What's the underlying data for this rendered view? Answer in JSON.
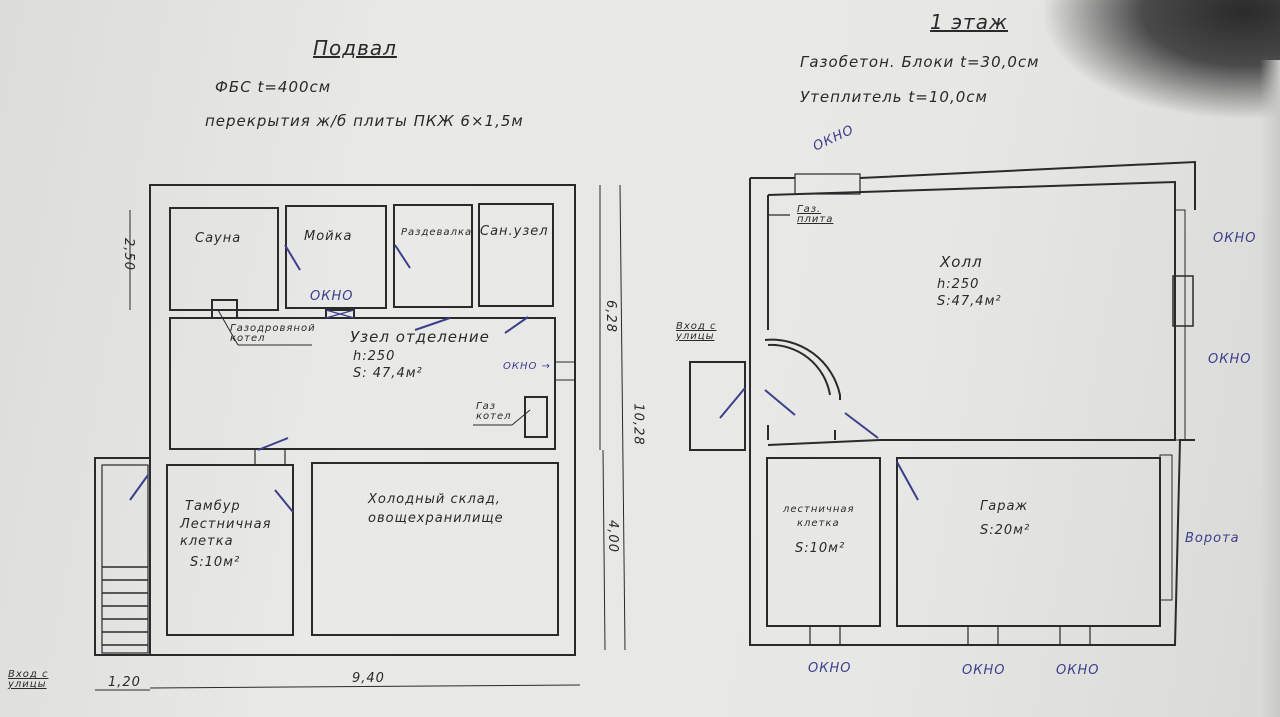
{
  "basement": {
    "title": "Подвал",
    "spec_walls": "ФБС  t=400см",
    "spec_slabs": "перекрытия ж/б плиты ПКЖ 6×1,5м",
    "rooms": {
      "sauna": "Сауна",
      "washroom": "Мойка",
      "changing": "Раздевалка",
      "bathroom": "Сан.узел",
      "node_label": "Узел отделение",
      "node_height": "h:250",
      "node_area": "S: 47,4м²",
      "wood_boiler": "Газодровяной котел",
      "gas_boiler": "Газ котел",
      "vestibule_1": "Тамбур",
      "vestibule_2": "Лестничная",
      "vestibule_3": "клетка",
      "vestibule_area": "S:10м²",
      "storage_1": "Холодный склад,",
      "storage_2": "овощехранилище"
    },
    "windows": [
      "ОКНО",
      "ОКНО →"
    ],
    "entrance": "Вход с улицы",
    "dimensions": {
      "d250": "2,50",
      "d628": "6,28",
      "d1028": "10,28",
      "d400": "4,00",
      "d120": "1,20",
      "d940": "9,40"
    }
  },
  "first_floor": {
    "title": "1 этаж",
    "spec_walls": "Газобетон. Блоки t=30,0см",
    "spec_insulation": "Утеплитель t=10,0см",
    "rooms": {
      "hall": "Холл",
      "hall_height": "h:250",
      "hall_area": "S:47,4м²",
      "gas_stove": "Газ. плита",
      "stair_1": "лестничная",
      "stair_2": "клетка",
      "stair_area": "S:10м²",
      "garage": "Гараж",
      "garage_area": "S:20м²"
    },
    "entrance": "Вход с улицы",
    "windows": [
      "ОКНО",
      "ОКНО",
      "ОКНО",
      "ОКНО",
      "ОКНО",
      "ОКНО"
    ],
    "gate": "Ворота"
  },
  "colors": {
    "ink": "#2a2a2a",
    "pen_blue": "#3b3f8c",
    "paper": "#e6e6e4"
  }
}
